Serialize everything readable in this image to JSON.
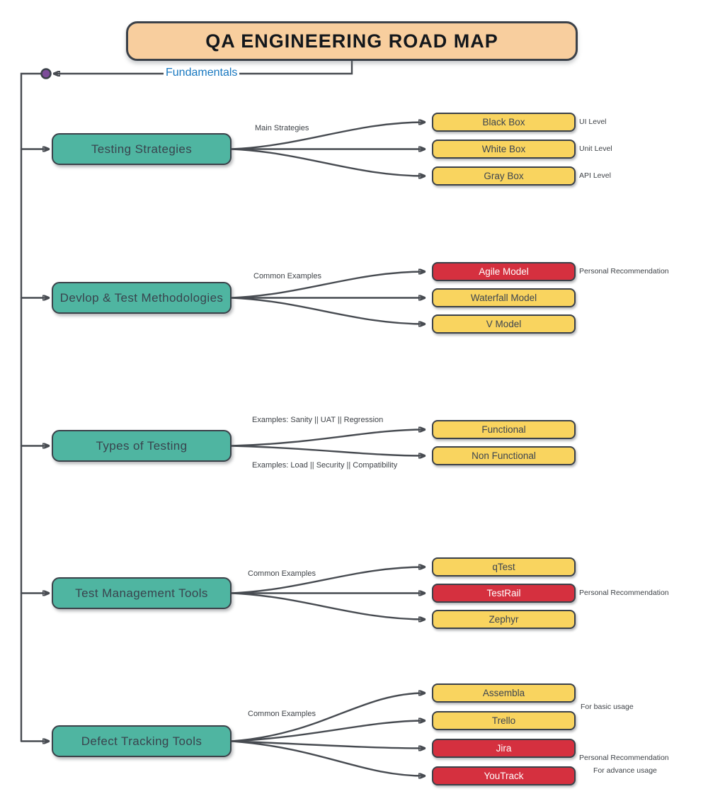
{
  "title": "QA ENGINEERING ROAD MAP",
  "root_edge": {
    "label": "Fundamentals"
  },
  "colors": {
    "title_fill": "#F8CE9E",
    "branch_fill": "#4FB5A1",
    "child_yellow": "#F9D45F",
    "child_red": "#D5303F",
    "edge_line": "#474B51",
    "root_edge_label_blue": "#1878C0",
    "root_dot_purple": "#7C4C99",
    "node_border": "#3B4149"
  },
  "branches": [
    {
      "label": "Testing Strategies",
      "edge_label": "Main Strategies",
      "children": [
        {
          "label": "Black Box",
          "variant": "yellow",
          "note": "UI Level"
        },
        {
          "label": "White Box",
          "variant": "yellow",
          "note": "Unit Level"
        },
        {
          "label": "Gray Box",
          "variant": "yellow",
          "note": "API Level"
        }
      ]
    },
    {
      "label": "Devlop & Test Methodologies",
      "edge_label": "Common Examples",
      "children": [
        {
          "label": "Agile Model",
          "variant": "red",
          "note": "Personal Recommendation"
        },
        {
          "label": "Waterfall Model",
          "variant": "yellow"
        },
        {
          "label": "V Model",
          "variant": "yellow"
        }
      ]
    },
    {
      "label": "Types of Testing",
      "edge_label_top": "Examples: Sanity || UAT || Regression",
      "edge_label_bottom": "Examples: Load || Security || Compatibility",
      "children": [
        {
          "label": "Functional",
          "variant": "yellow"
        },
        {
          "label": "Non Functional",
          "variant": "yellow"
        }
      ]
    },
    {
      "label": "Test Management Tools",
      "edge_label": "Common Examples",
      "children": [
        {
          "label": "qTest",
          "variant": "yellow"
        },
        {
          "label": "TestRail",
          "variant": "red",
          "note": "Personal Recommendation"
        },
        {
          "label": "Zephyr",
          "variant": "yellow"
        }
      ]
    },
    {
      "label": "Defect Tracking Tools",
      "edge_label": "Common Examples",
      "children": [
        {
          "label": "Assembla",
          "variant": "yellow"
        },
        {
          "label": "Trello",
          "variant": "yellow"
        },
        {
          "label": "Jira",
          "variant": "red"
        },
        {
          "label": "YouTrack",
          "variant": "red"
        }
      ],
      "group_notes": [
        "For basic usage",
        "Personal Recommendation",
        "For advance usage"
      ]
    }
  ]
}
